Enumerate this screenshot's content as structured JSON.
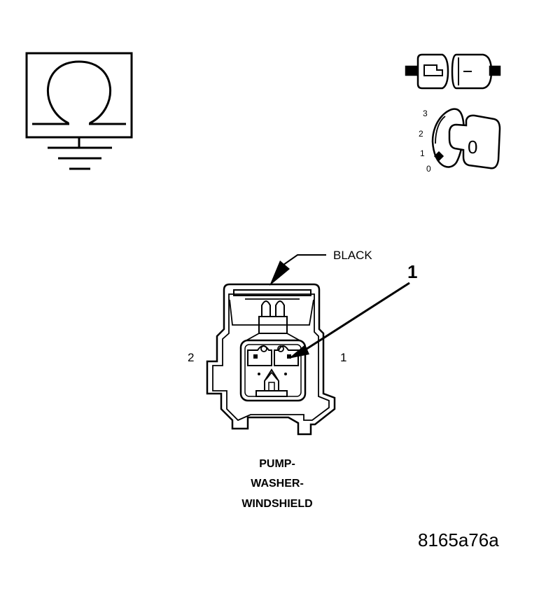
{
  "callouts": {
    "color_label": "BLACK",
    "pin_callout": "1"
  },
  "pins": {
    "left": "2",
    "right": "1"
  },
  "switch_positions": [
    "3",
    "2",
    "1",
    "0"
  ],
  "switch_knob_label": "0",
  "component_title": [
    "PUMP-",
    "WASHER-",
    "WINDSHIELD"
  ],
  "figure_id": "8165a76a",
  "icons": {
    "ohmmeter": "ohmmeter-ground-icon",
    "connector": "disconnect-connector-icon",
    "ignition": "ignition-off-icon"
  }
}
